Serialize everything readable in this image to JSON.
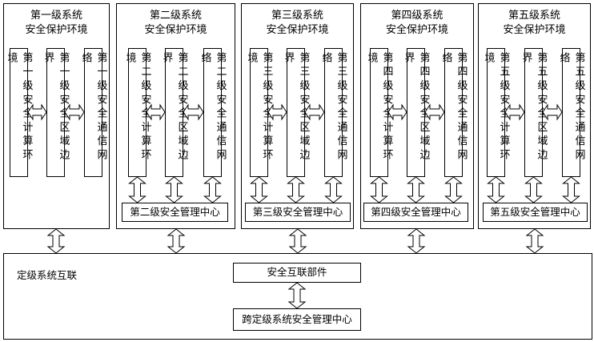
{
  "levels": [
    {
      "title_line1": "第一级系统",
      "title_line2": "安全保护环境",
      "columns": [
        "第一级安全计算环境",
        "第一级安全区域边界",
        "第一级安全通信网络"
      ],
      "management": ""
    },
    {
      "title_line1": "第二级系统",
      "title_line2": "安全保护环境",
      "columns": [
        "第二级安全计算环境",
        "第二级安全区域边界",
        "第二级安全通信网络"
      ],
      "management": "第二级安全管理中心"
    },
    {
      "title_line1": "第三级系统",
      "title_line2": "安全保护环境",
      "columns": [
        "第三级安全计算环境",
        "第三级安全区域边界",
        "第三级安全通信网络"
      ],
      "management": "第三级安全管理中心"
    },
    {
      "title_line1": "第四级系统",
      "title_line2": "安全保护环境",
      "columns": [
        "第四级安全计算环境",
        "第四级安全区域边界",
        "第四级安全通信网络"
      ],
      "management": "第四级安全管理中心"
    },
    {
      "title_line1": "第五级系统",
      "title_line2": "安全保护环境",
      "columns": [
        "第五级安全计算环境",
        "第五级安全区域边界",
        "第五级安全通信网络"
      ],
      "management": "第五级安全管理中心"
    }
  ],
  "interconnect": {
    "label": "定级系统互联",
    "component": "安全互联部件",
    "management": "跨定级系统安全管理中心"
  }
}
